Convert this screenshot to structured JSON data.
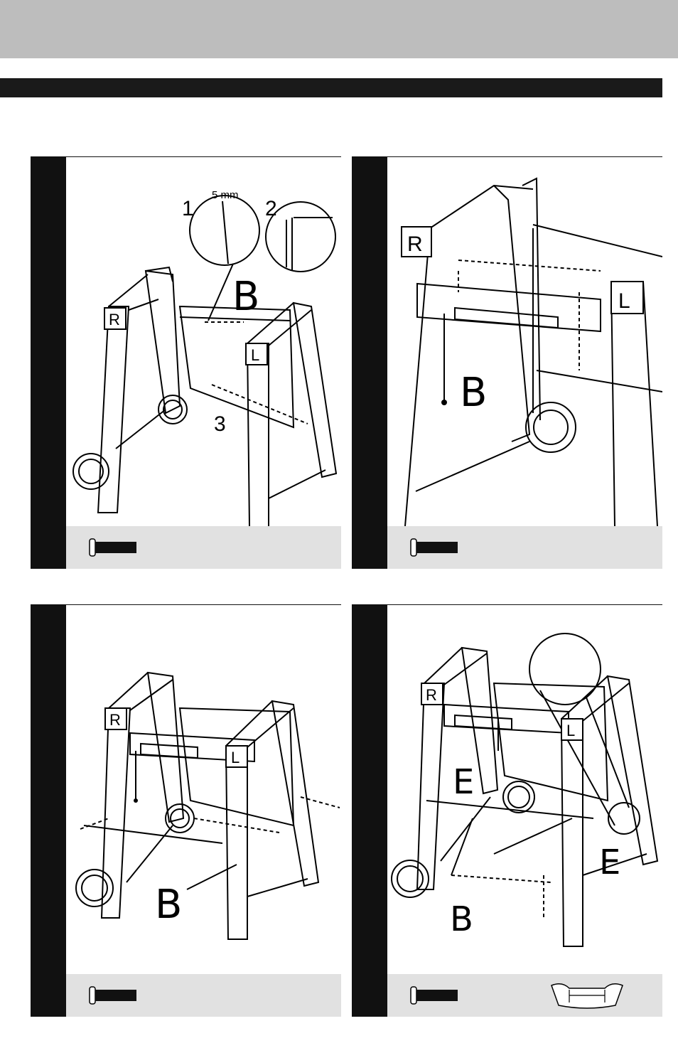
{
  "header": {
    "band_color": "#bdbdbd",
    "title_bar_color": "#1a1a1a"
  },
  "steps": [
    {
      "callouts": {
        "step1": "1",
        "step2": "2",
        "step3": "3",
        "dimension": "5 mm",
        "part": "B",
        "right_leg": "R",
        "left_leg": "L"
      },
      "parts": [
        {
          "icon": "bolt-icon"
        }
      ]
    },
    {
      "callouts": {
        "part": "B",
        "right_leg": "R",
        "left_leg": "L"
      },
      "parts": [
        {
          "icon": "bolt-icon"
        }
      ]
    },
    {
      "callouts": {
        "part": "B",
        "right_leg": "R",
        "left_leg": "L"
      },
      "parts": [
        {
          "icon": "bolt-icon"
        }
      ]
    },
    {
      "callouts": {
        "part_b": "B",
        "part_e_left": "E",
        "part_e_right": "E",
        "right_leg": "R",
        "left_leg": "L"
      },
      "parts": [
        {
          "icon": "bolt-icon"
        },
        {
          "icon": "bracket-icon"
        }
      ]
    }
  ]
}
